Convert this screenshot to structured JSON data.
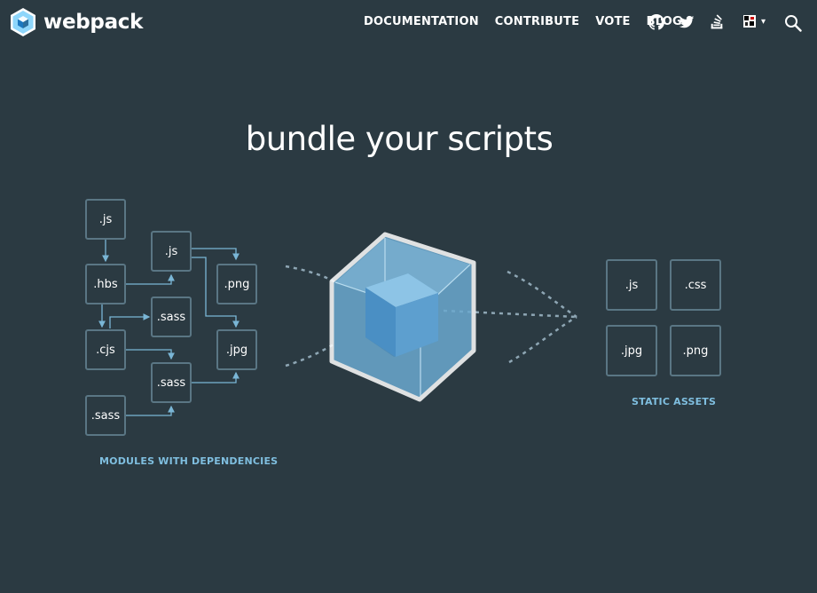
{
  "brand": {
    "name": "webpack"
  },
  "nav": {
    "items": [
      "DOCUMENTATION",
      "CONTRIBUTE",
      "VOTE",
      "BLOG"
    ],
    "icons": [
      "github-icon",
      "twitter-icon",
      "stack-overflow-icon"
    ]
  },
  "language": {
    "caret": "▾"
  },
  "hero": {
    "title": "bundle your scripts"
  },
  "modules": {
    "caption": "MODULES WITH DEPENDENCIES",
    "files": [
      ".js",
      ".hbs",
      ".cjs",
      ".sass",
      ".js",
      ".png",
      ".sass",
      ".jpg",
      ".sass"
    ]
  },
  "assets": {
    "caption": "STATIC ASSETS",
    "files": [
      ".js",
      ".css",
      ".jpg",
      ".png"
    ]
  },
  "colors": {
    "background": "#2b3a42",
    "accent": "#8ed6fb",
    "cube": "#6ba9cf",
    "box_border": "#5a7684"
  }
}
